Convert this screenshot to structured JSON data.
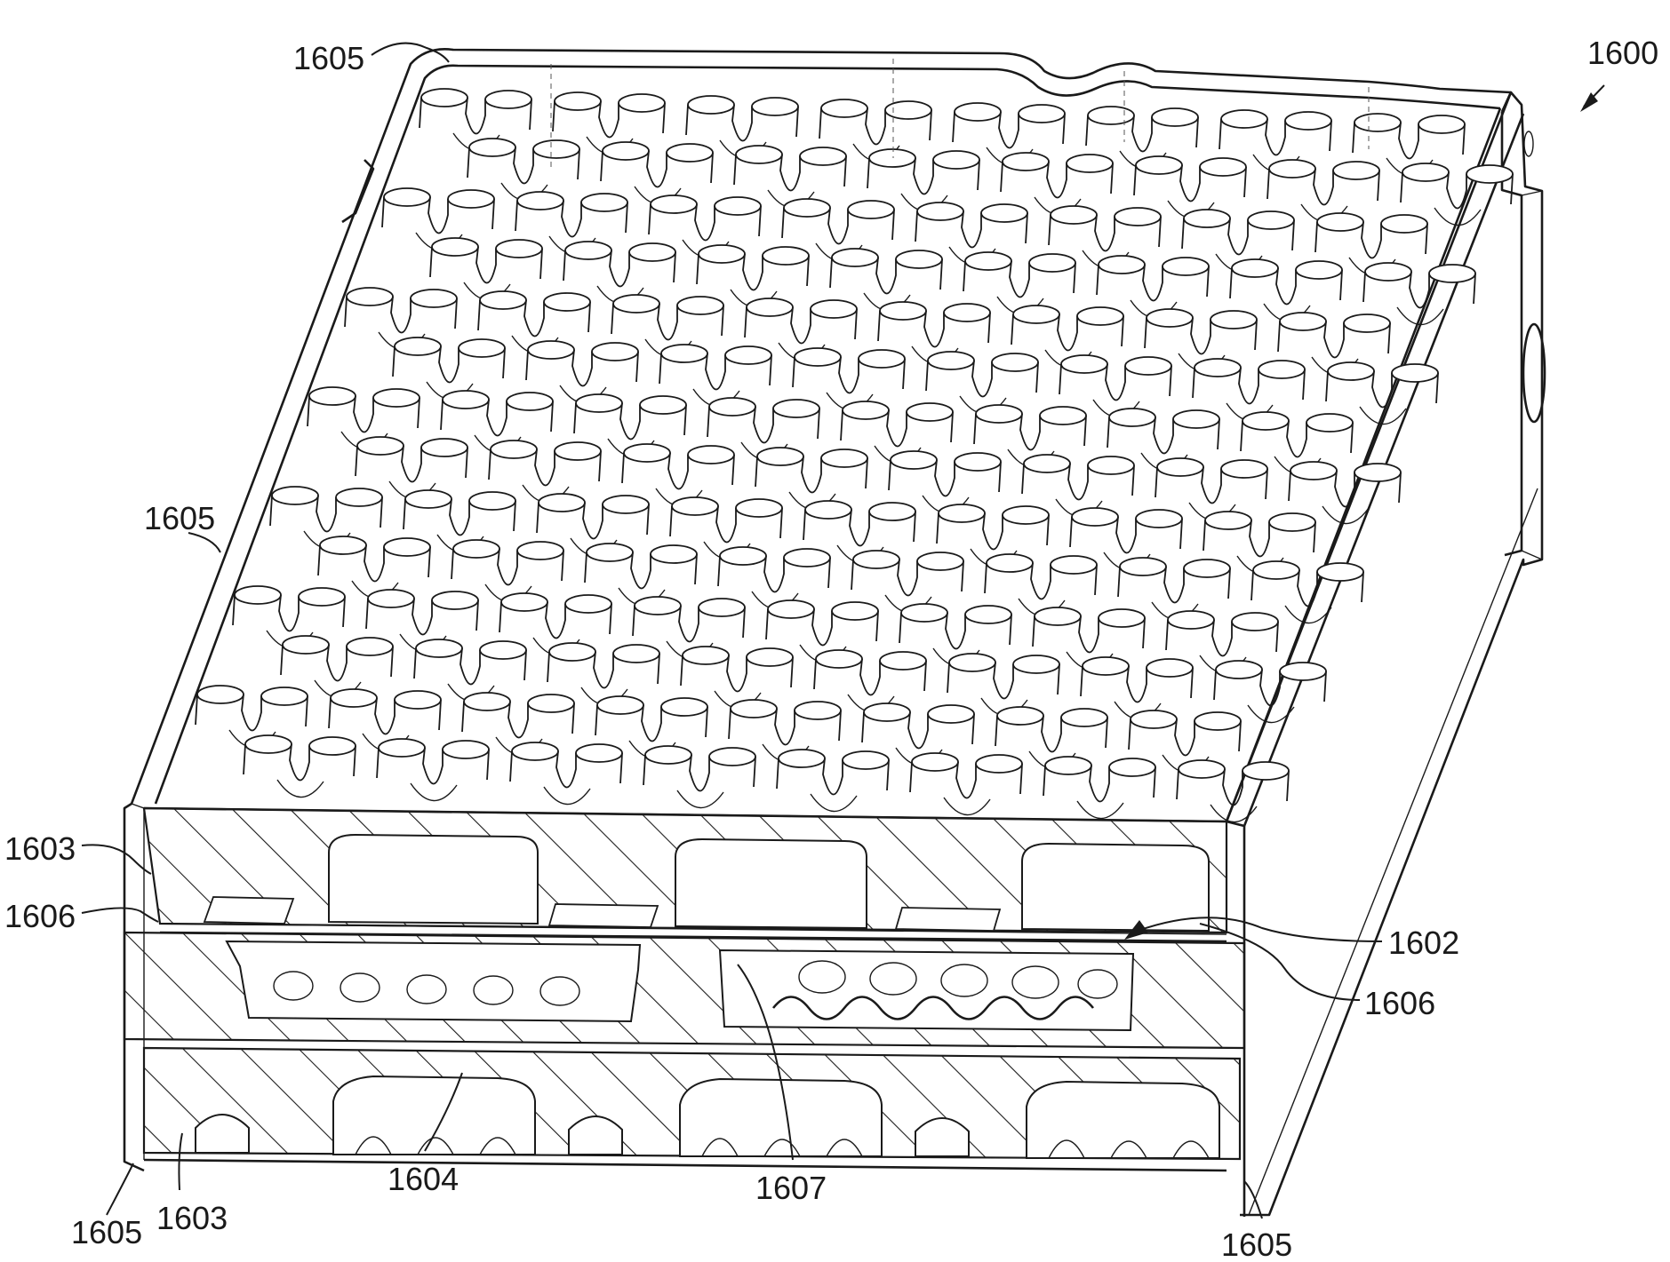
{
  "figure_ref": "1600",
  "labels": {
    "l1605_top": "1605",
    "l1600": "1600",
    "l1605_left": "1605",
    "l1603_left": "1603",
    "l1606_left": "1606",
    "l1602": "1602",
    "l1606_right": "1606",
    "l1604": "1604",
    "l1607": "1607",
    "l1605_bottom_left": "1605",
    "l1603_bottom": "1603",
    "l1605_bottom_right": "1605"
  },
  "colors": {
    "line": "#1a1a1a",
    "background": "#ffffff",
    "hatch": "#1a1a1a"
  }
}
